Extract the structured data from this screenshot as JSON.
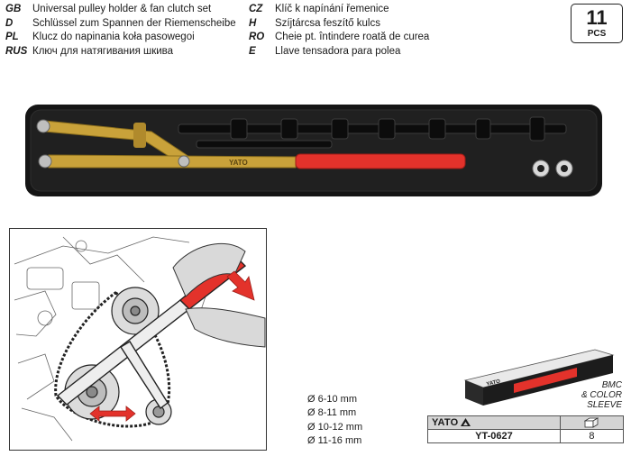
{
  "descriptions": {
    "left": [
      {
        "code": "GB",
        "text": "Universal pulley holder & fan clutch set"
      },
      {
        "code": "D",
        "text": "Schlüssel zum Spannen der Riemenscheibe"
      },
      {
        "code": "PL",
        "text": "Klucz do napinania koła pasowegoi"
      },
      {
        "code": "RUS",
        "text": "Ключ для натягивания шкива"
      }
    ],
    "right": [
      {
        "code": "CZ",
        "text": "Klíč k napínání řemenice"
      },
      {
        "code": "H",
        "text": "Szíjtárcsa feszítő kulcs"
      },
      {
        "code": "RO",
        "text": "Cheie pt. întindere roată de curea"
      },
      {
        "code": "E",
        "text": "Llave tensadora para polea"
      }
    ]
  },
  "pieces": {
    "count": "11",
    "label": "PCS"
  },
  "case_tool_marking": "YATO",
  "sizes": [
    "Ø 6-10 mm",
    "Ø 8-11 mm",
    "Ø 10-12 mm",
    "Ø 11-16 mm"
  ],
  "package": {
    "note": [
      "BMC",
      "& COLOR",
      "SLEEVE"
    ],
    "brand_on_box": "YATO"
  },
  "spec_table": {
    "brand": "YATO",
    "model": "YT-0627",
    "quantity": "8"
  },
  "colors": {
    "brand_gold": "#c9a23a",
    "brand_red": "#e3322b",
    "case_black": "#151515"
  }
}
